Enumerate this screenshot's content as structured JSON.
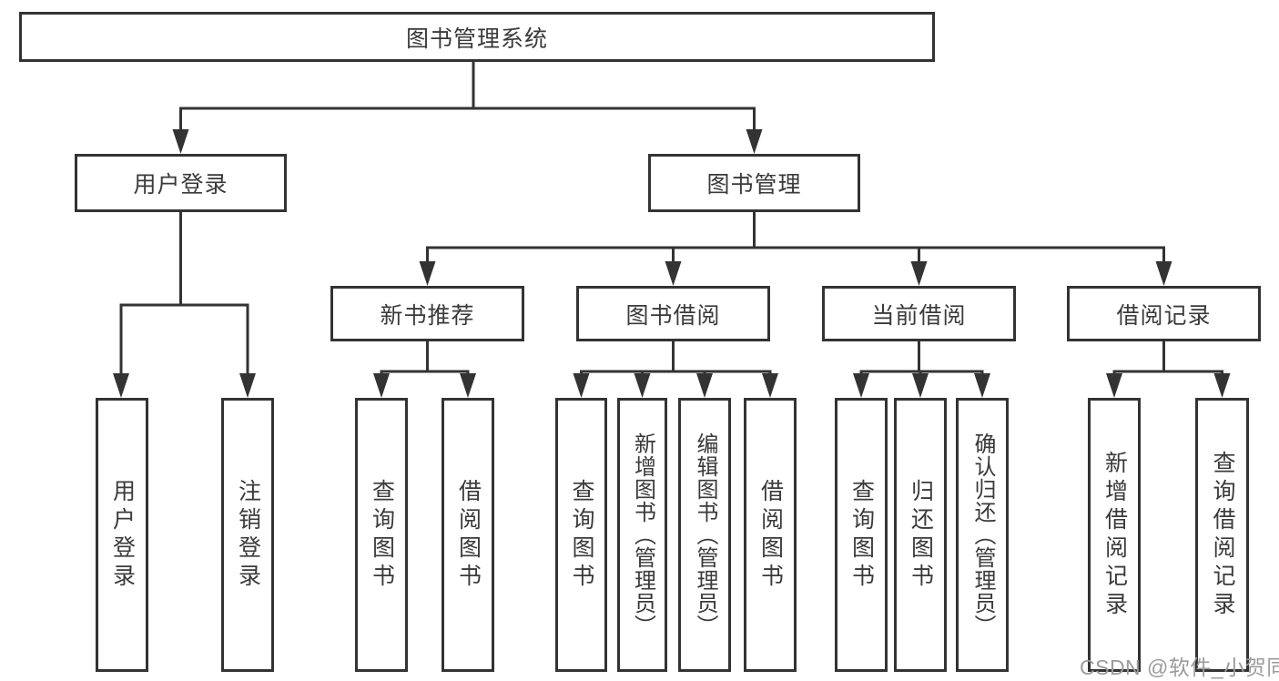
{
  "tree": {
    "label": "图书管理系统",
    "children": [
      {
        "label": "用户登录",
        "children": [
          {
            "label": "用户登录"
          },
          {
            "label": "注销登录"
          }
        ]
      },
      {
        "label": "图书管理",
        "children": [
          {
            "label": "新书推荐",
            "children": [
              {
                "label": "查询图书"
              },
              {
                "label": "借阅图书"
              }
            ]
          },
          {
            "label": "图书借阅",
            "children": [
              {
                "label": "查询图书"
              },
              {
                "label": "新增图书（管理员）"
              },
              {
                "label": "编辑图书（管理员）"
              },
              {
                "label": "借阅图书"
              }
            ]
          },
          {
            "label": "当前借阅",
            "children": [
              {
                "label": "查询图书"
              },
              {
                "label": "归还图书"
              },
              {
                "label": "确认归还（管理员）"
              }
            ]
          },
          {
            "label": "借阅记录",
            "children": [
              {
                "label": "新增借阅记录"
              },
              {
                "label": "查询借阅记录"
              }
            ]
          }
        ]
      }
    ]
  },
  "watermark": {
    "text": "CSDN @软件_小贺同学"
  },
  "colors": {
    "line": "#333333",
    "box_border": "#333333",
    "box_background": "#ffffff",
    "text": "#3a3a3a",
    "watermark": "#9b9b9b"
  }
}
